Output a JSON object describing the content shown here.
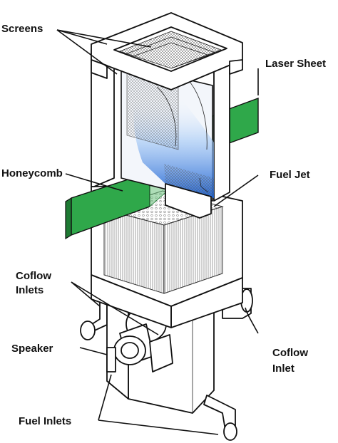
{
  "labels": {
    "screens": "Screens",
    "laser_sheet": "Laser Sheet",
    "honeycomb": "Honeycomb",
    "fuel_jet": "Fuel Jet",
    "coflow_inlets_line1": "Coflow",
    "coflow_inlets_line2": "Inlets",
    "speaker": "Speaker",
    "coflow_inlet_line1": "Coflow",
    "coflow_inlet_line2": "Inlet",
    "fuel_inlets": "Fuel Inlets"
  },
  "colors": {
    "laser_sheet": "#2fa84a",
    "laser_sheet_dark": "#1e7a33",
    "flame_blue": "#1a5fd0",
    "outline": "#111111"
  }
}
